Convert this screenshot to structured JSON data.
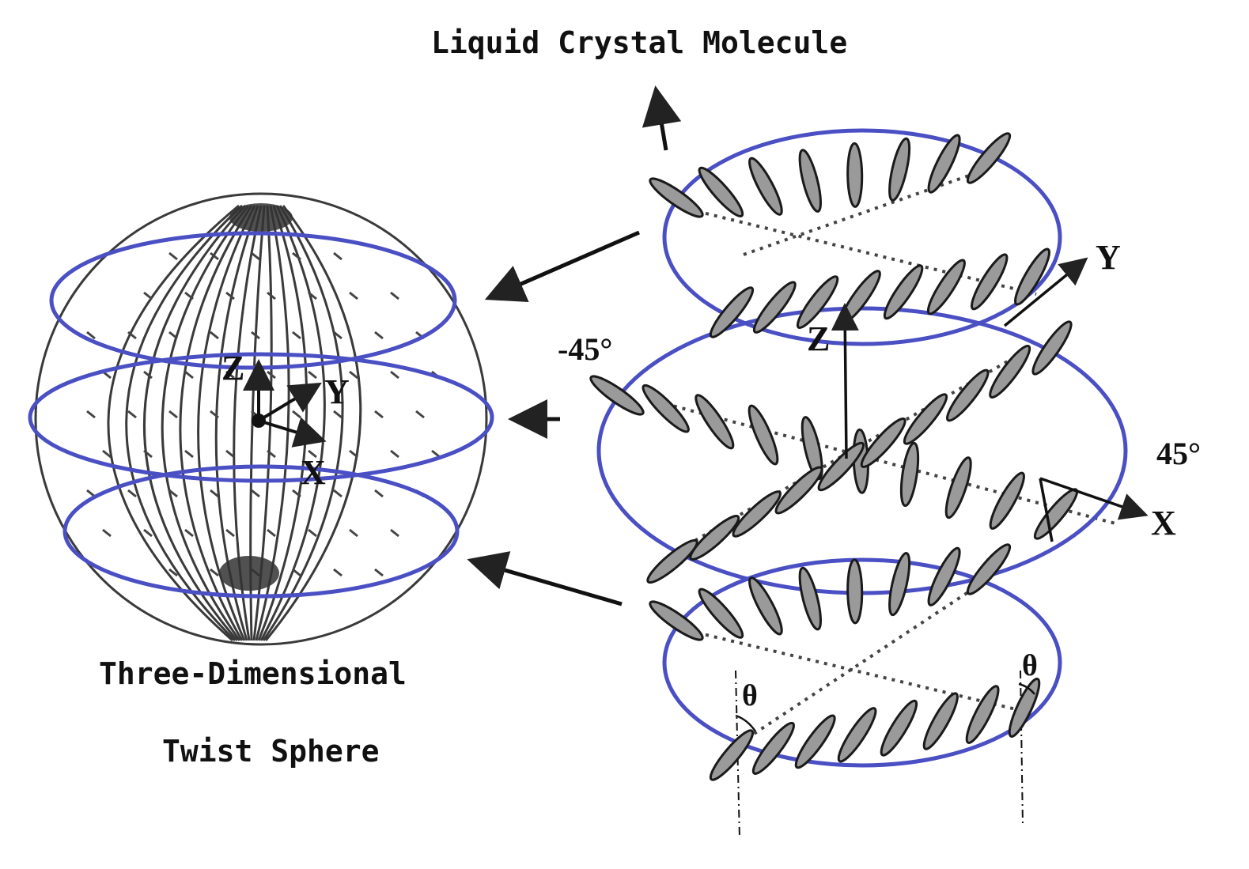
{
  "title": "Liquid Crystal Molecule",
  "sphere_caption": [
    "Three-Dimensional",
    "Twist Sphere"
  ],
  "sphere_axes": {
    "z": "Z",
    "y": "Y",
    "x": "X"
  },
  "stack_axes": {
    "z": "Z",
    "y": "Y",
    "x": "X"
  },
  "angles": {
    "neg": "-45°",
    "pos": "45°",
    "theta": "θ"
  },
  "colors": {
    "ring": "#4a4fc4",
    "line": "#222222",
    "molecule_fill": "#9a9a9a"
  }
}
